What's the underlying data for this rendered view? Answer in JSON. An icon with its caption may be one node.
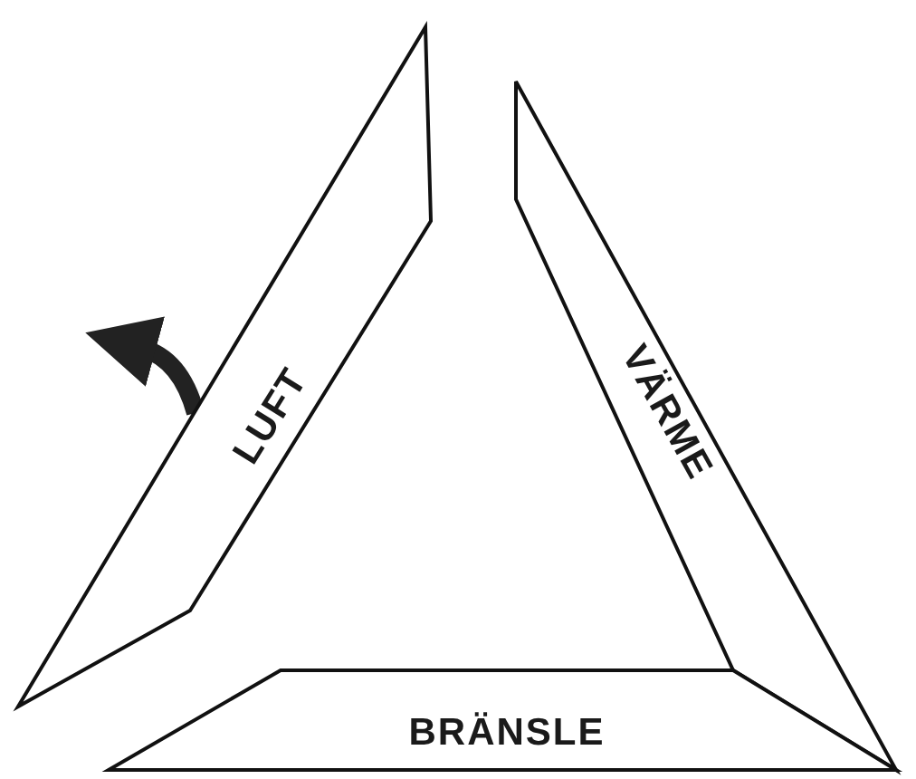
{
  "diagram": {
    "nodes": [
      {
        "text": [
          "LUFT"
        ]
      },
      {
        "text": [
          "VÄRME"
        ]
      },
      {
        "text": [
          "BRÄNSLE"
        ]
      }
    ]
  }
}
